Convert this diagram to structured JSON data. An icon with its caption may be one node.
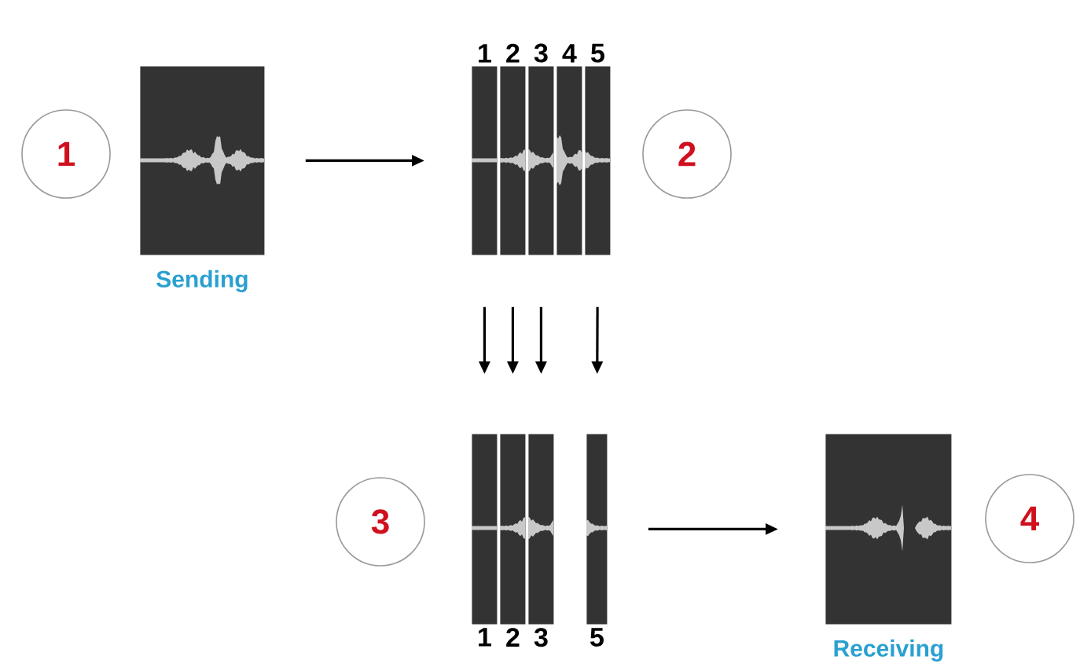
{
  "diagram": {
    "nodes": [
      {
        "text": [
          "1"
        ]
      },
      {
        "text": [],
        "shape": "picture",
        "beside": [
          "Sending"
        ]
      },
      {
        "text": [
          "1"
        ]
      },
      {
        "text": [
          "2"
        ]
      },
      {
        "text": [
          "3"
        ]
      },
      {
        "text": [
          "4"
        ]
      },
      {
        "text": [
          "5"
        ]
      },
      {
        "text": [
          "2"
        ]
      },
      {
        "text": [
          "3"
        ]
      },
      {
        "text": [
          "1"
        ]
      },
      {
        "text": [
          "2"
        ]
      },
      {
        "text": [
          "3"
        ]
      },
      {
        "text": [
          "5"
        ]
      },
      {
        "text": [],
        "shape": "picture",
        "beside": [
          "Receiving"
        ]
      },
      {
        "text": [
          "4"
        ]
      }
    ],
    "edges": [
      {
        "from": 1,
        "to": 2,
        "arrow": "to"
      },
      {
        "from": 2,
        "to": 9,
        "arrow": "to"
      },
      {
        "from": 3,
        "to": 10,
        "arrow": "to"
      },
      {
        "from": 4,
        "to": 11,
        "arrow": "to"
      },
      {
        "from": 6,
        "to": 12,
        "arrow": "to"
      },
      {
        "from": 12,
        "to": 13,
        "arrow": "to"
      }
    ]
  }
}
